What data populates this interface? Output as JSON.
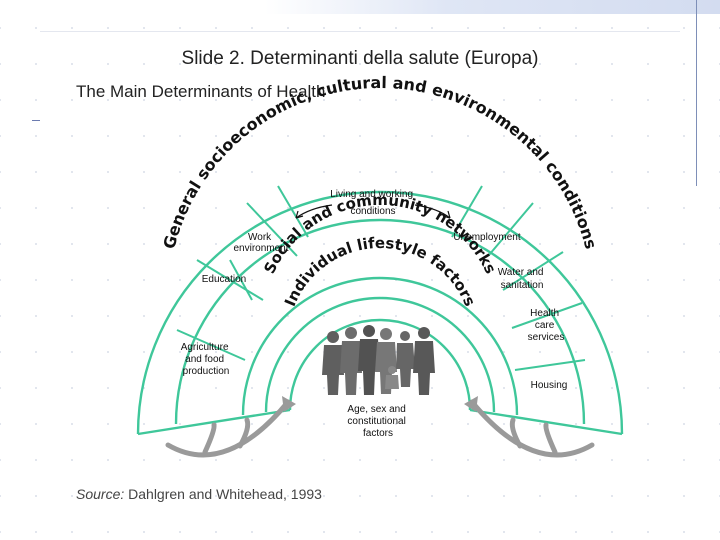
{
  "slide_title": "Slide 2. Determinanti della salute (Europa)",
  "subtitle": "The Main Determinants of Health",
  "source": {
    "prefix": "Source:",
    "text": "Dahlgren and Whitehead, 1993"
  },
  "diagram": {
    "outer_ring": "General socioeconomic, cultural and environmental conditions",
    "living_working": [
      "Living and working",
      "conditions"
    ],
    "social_ring": "Social and community networks",
    "lifestyle_ring": "Individual lifestyle factors",
    "core": [
      "Age, sex and",
      "constitutional",
      "factors"
    ],
    "left_sectors": [
      {
        "lines": [
          "Agriculture",
          "and food",
          "production"
        ]
      },
      {
        "lines": [
          "Education"
        ]
      },
      {
        "lines": [
          "Work",
          "environment"
        ]
      }
    ],
    "right_sectors": [
      {
        "lines": [
          "Unemployment"
        ]
      },
      {
        "lines": [
          "Water and",
          "sanitation"
        ]
      },
      {
        "lines": [
          "Health",
          "care",
          "services"
        ]
      },
      {
        "lines": [
          "Housing"
        ]
      }
    ]
  },
  "colors": {
    "ring_stroke": "#3fc79a",
    "people": "#5f5f5f",
    "arrows": "#9a9a9a"
  }
}
